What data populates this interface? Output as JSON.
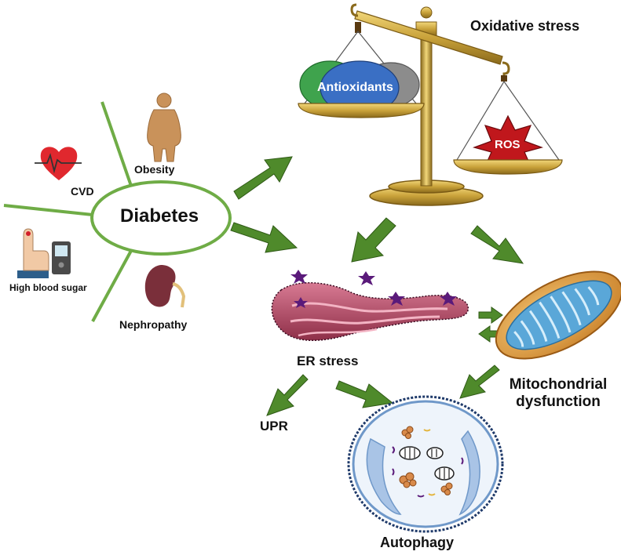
{
  "labels": {
    "diabetes": "Diabetes",
    "obesity": "Obesity",
    "cvd": "CVD",
    "high_blood_sugar": "High blood sugar",
    "nephropathy": "Nephropathy",
    "oxidative_stress": "Oxidative stress",
    "antioxidants": "Antioxidants",
    "ros": "ROS",
    "er_stress": "ER stress",
    "upr": "UPR",
    "mitochondrial_line1": "Mitochondrial",
    "mitochondrial_line2": "dysfunction",
    "autophagy": "Autophagy"
  },
  "colors": {
    "arrow_green": "#4f8a2b",
    "ellipse_green": "#6fac46",
    "antioxidant_green": "#3fa34d",
    "antioxidant_blue": "#3a6fc4",
    "ros_red": "#c0171c",
    "scale_gold": "#c9a23a",
    "er_pink": "#a8435f",
    "mito_orange": "#e3a23c",
    "mito_blue": "#5aa7d8",
    "cell_blue": "#6f98c9"
  },
  "icons": [
    "obesity-figure-icon",
    "heart-ecg-icon",
    "glucose-meter-icon",
    "kidney-icon",
    "balance-scale-icon",
    "er-organelle-icon",
    "mitochondrion-icon",
    "autophagosome-icon"
  ]
}
